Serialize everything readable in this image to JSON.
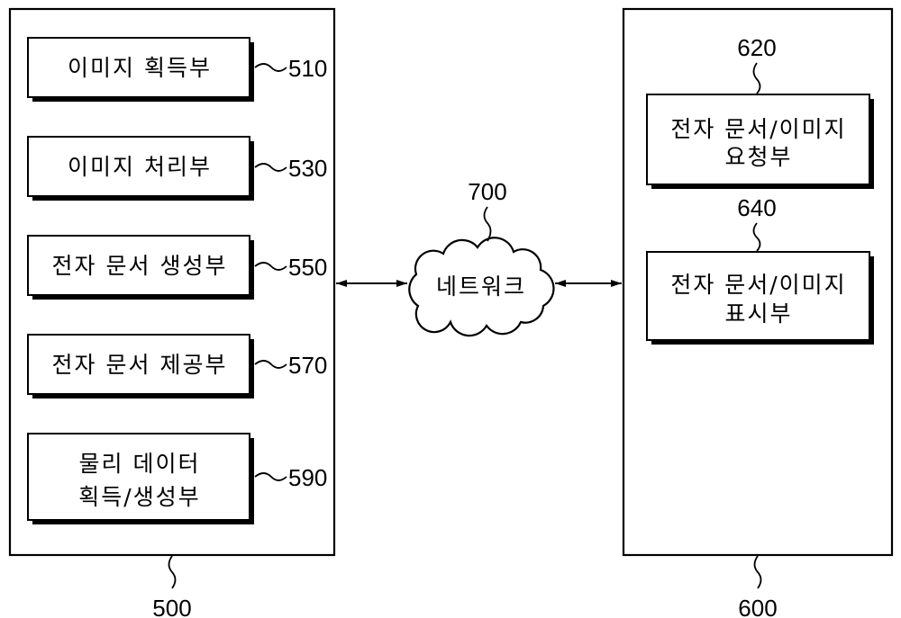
{
  "system_500": {
    "ref": "500",
    "units": [
      {
        "lines": [
          "이미지 획득부"
        ],
        "ref": "510"
      },
      {
        "lines": [
          "이미지 처리부"
        ],
        "ref": "530"
      },
      {
        "lines": [
          "전자 문서 생성부"
        ],
        "ref": "550"
      },
      {
        "lines": [
          "전자 문서 제공부"
        ],
        "ref": "570"
      },
      {
        "lines": [
          "물리 데이터",
          "획득/생성부"
        ],
        "ref": "590"
      }
    ]
  },
  "network": {
    "label": "네트워크",
    "ref": "700"
  },
  "system_600": {
    "ref": "600",
    "units": [
      {
        "lines": [
          "전자 문서/이미지",
          "요청부"
        ],
        "ref": "620"
      },
      {
        "lines": [
          "전자 문서/이미지",
          "표시부"
        ],
        "ref": "640"
      }
    ]
  }
}
